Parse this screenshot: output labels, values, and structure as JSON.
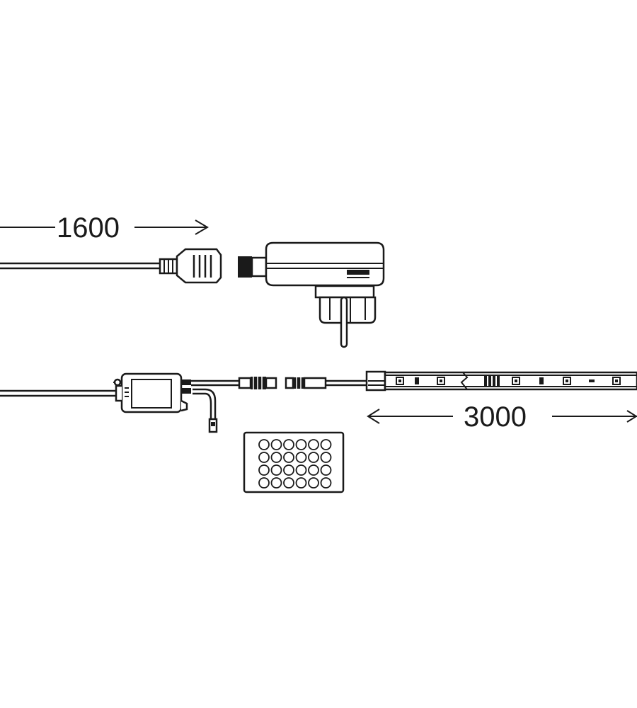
{
  "dimensions": {
    "power_cable_length": "1600",
    "strip_length": "3000"
  },
  "components": {
    "power_adapter": "power-adapter-icon",
    "plug": "plug-icon",
    "controller": "controller-icon",
    "remote": "remote-control-icon",
    "led_strip": "led-strip-icon"
  },
  "remote": {
    "rows": 4,
    "columns": 6
  },
  "colors": {
    "line": "#1a1a1a",
    "background": "#ffffff"
  }
}
